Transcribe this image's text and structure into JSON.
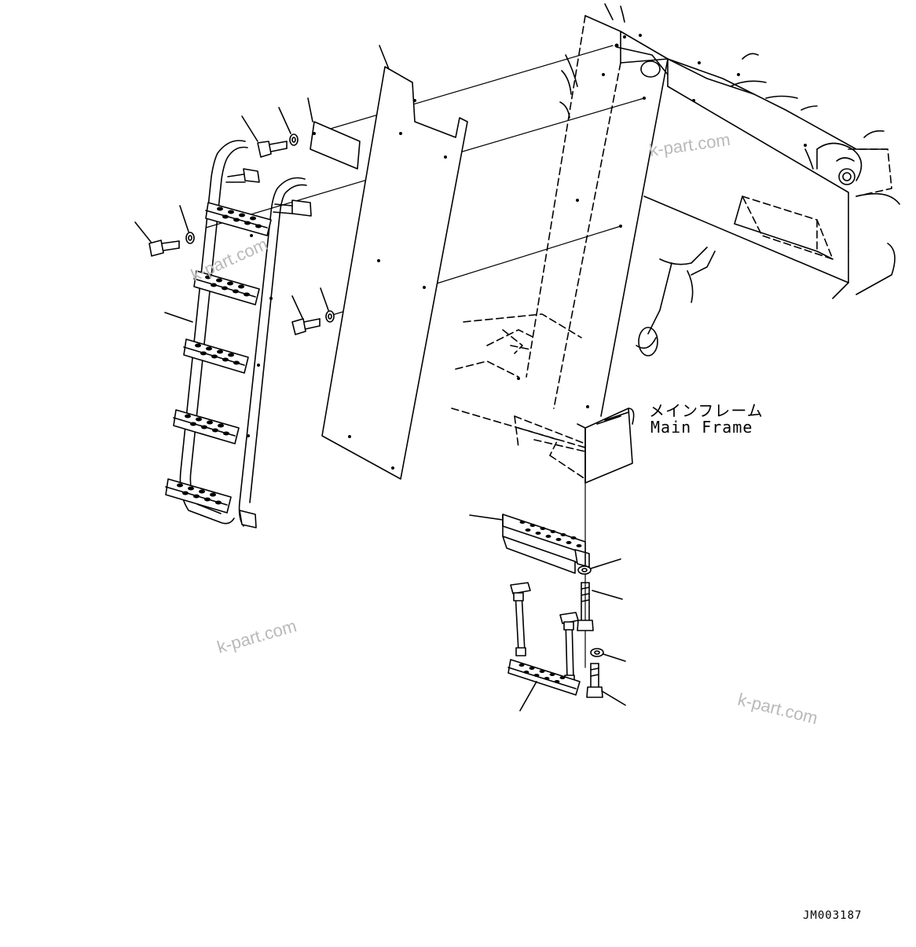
{
  "labels": {
    "main_frame_jp": "メインフレーム",
    "main_frame_en": "Main Frame",
    "drawing_code": "JM003187"
  },
  "watermark": {
    "text": "k-part.com"
  },
  "colors": {
    "line": "#000000",
    "watermark": "#b9b9b9",
    "background": "#ffffff"
  }
}
